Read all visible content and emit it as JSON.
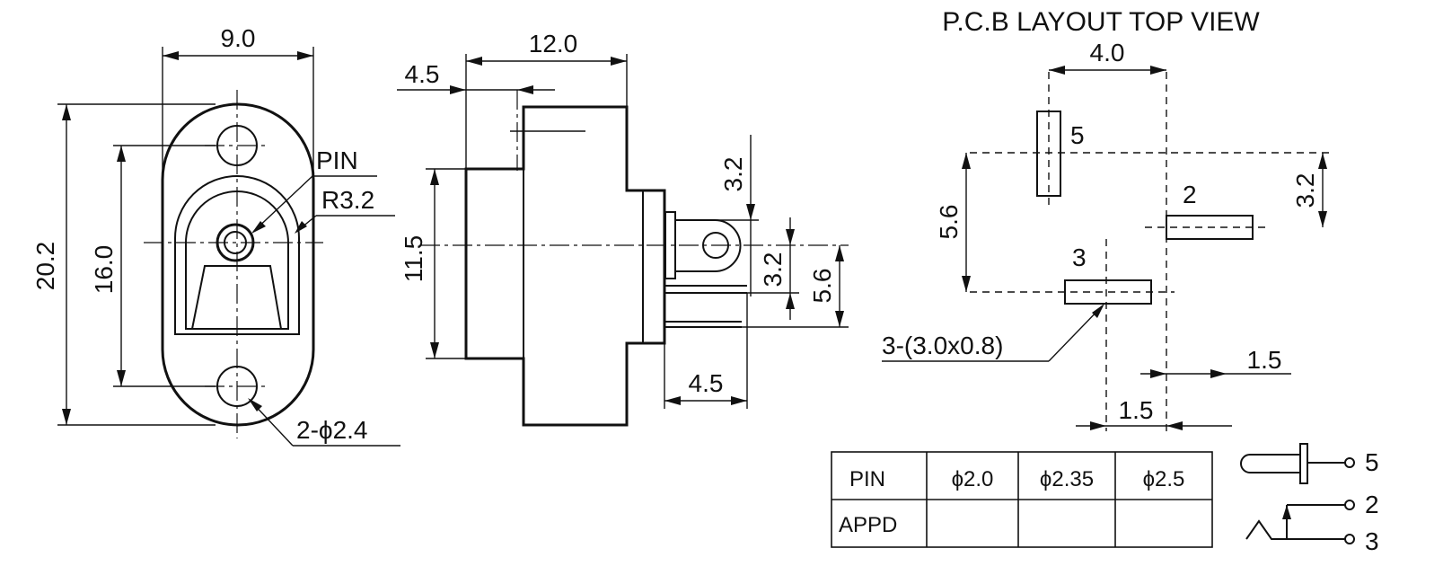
{
  "front_view": {
    "dim_width": "9.0",
    "dim_height_total": "20.2",
    "dim_hole_pitch": "16.0",
    "label_pin": "PIN",
    "label_radius": "R3.2",
    "label_holes": "2-ϕ2.4"
  },
  "side_view": {
    "dim_length": "12.0",
    "dim_flange": "4.5",
    "dim_body_height": "11.5",
    "dim_pin_offset_top": "3.2",
    "dim_pin_offset_mid": "3.2",
    "dim_pin_span": "5.6",
    "dim_pin_length": "4.5"
  },
  "pcb_layout": {
    "title": "P.C.B LAYOUT  TOP VIEW",
    "dim_pin_spacing_x": "4.0",
    "dim_pin_spacing_y": "5.6",
    "dim_offset_right": "3.2",
    "dim_offset_15_a": "1.5",
    "dim_offset_15_b": "1.5",
    "pad_note": "3-(3.0x0.8)",
    "pin_5": "5",
    "pin_2": "2",
    "pin_3": "3"
  },
  "pin_table": {
    "headers": [
      "PIN",
      "ϕ2.0",
      "ϕ2.35",
      "ϕ2.5"
    ],
    "row2": [
      "APPD",
      "",
      "",
      ""
    ]
  },
  "schematic": {
    "terminal_5": "5",
    "terminal_2": "2",
    "terminal_3": "3"
  }
}
